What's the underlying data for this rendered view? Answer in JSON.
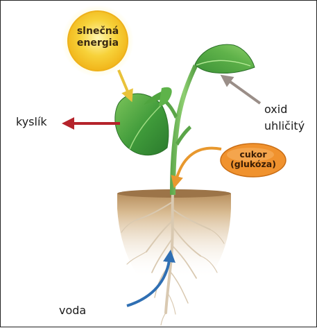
{
  "sun": {
    "line1": "slnečná",
    "line2": "energia"
  },
  "labels": {
    "oxygen": "kyslík",
    "co2_line1": "oxid",
    "co2_line2": "uhličitý",
    "water": "voda"
  },
  "sugar": {
    "line1": "cukor",
    "line2": "(glukóza)"
  },
  "colors": {
    "sun": "#f5c21b",
    "sugar_badge": "#f0922e",
    "oxygen_arrow": "#b5232b",
    "co2_arrow": "#9a8e88",
    "water_arrow": "#2f6fb3",
    "sugar_arrow": "#e8982e",
    "leaf": "#3f9a3a",
    "soil": "#c9a57a"
  },
  "icons": [
    "sun-icon",
    "leaf-icon",
    "stem-icon",
    "root-icon",
    "soil-icon",
    "arrow-icon"
  ]
}
